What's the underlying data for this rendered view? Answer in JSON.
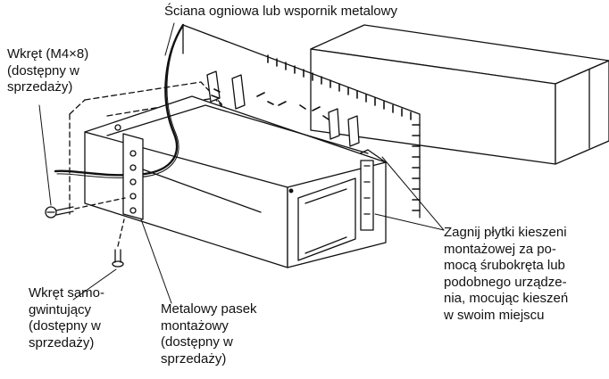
{
  "labels": {
    "firewall": "Ściana ogniowa lub wspornik metalowy",
    "screw": "Wkręt (M4×8)\n(dostępny w\nsprzedaży)",
    "self_tapping": "Wkręt samo-\ngwintujący\n(dostępny w\nsprzedaży)",
    "strap": "Metalowy pasek\nmontażowy\n(dostępny w\nsprzedaży)",
    "bend": "Zagnij płytki kieszeni\nmontażowej za po-\nmocą śrubokręta lub\npodobnego urządze-\nnia, mocując kieszeń\nw swoim miejscu"
  }
}
